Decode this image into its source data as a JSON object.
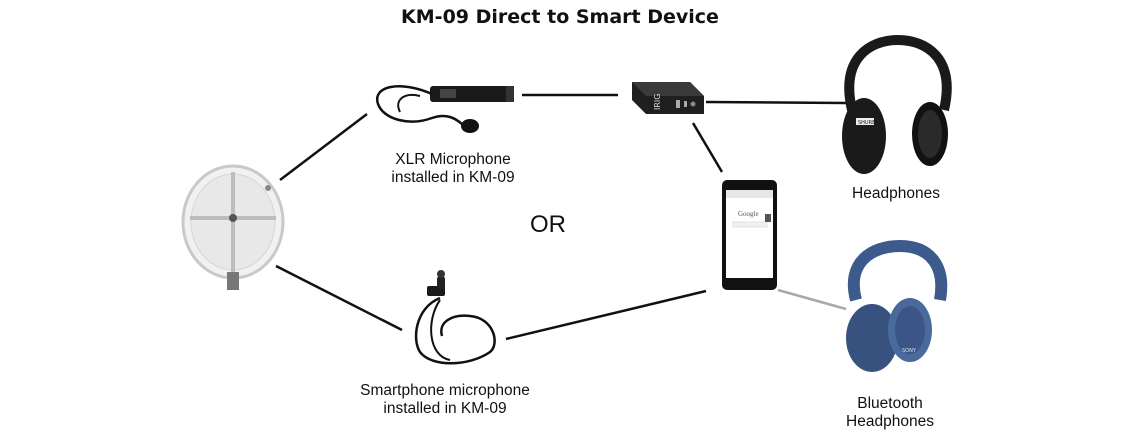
{
  "title": "KM-09 Direct to Smart Device",
  "or_label": "OR",
  "nodes": {
    "xlr_microphone": {
      "line1": "XLR Microphone",
      "line2": "installed in KM-09"
    },
    "smartphone_microphone": {
      "line1": "Smartphone microphone",
      "line2": "installed in KM-09"
    },
    "headphones": {
      "line1": "Headphones"
    },
    "bluetooth_headphones": {
      "line1": "Bluetooth",
      "line2": "Headphones"
    },
    "audio_interface": {
      "brand_text": "IRIG"
    },
    "smartphone_screen": {
      "search_logo": "Google"
    },
    "headphones_brand": {
      "brand_text": "SHURE"
    },
    "bluetooth_headphones_brand": {
      "brand_text": "SONY"
    }
  },
  "colors": {
    "wired_line": "#111111",
    "wireless_line": "#a9a9a9",
    "device_dark": "#1a1a1a",
    "bluetooth_blue": "#3d5a8c"
  }
}
